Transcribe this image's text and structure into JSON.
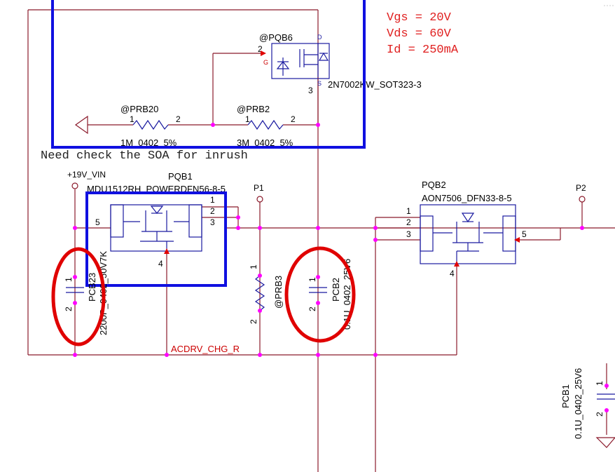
{
  "spec": {
    "vgs": "Vgs = 20V",
    "vds": "Vds = 60V",
    "id": "Id = 250mA"
  },
  "note": "Need check the SOA for inrush",
  "nets": {
    "vin": "+19V_VIN",
    "acdrv": "ACDRV_CHG_R",
    "p1": "P1",
    "p2": "P2"
  },
  "pqb6": {
    "ref": "@PQB6",
    "part": "2N7002KW_SOT323-3",
    "pin_g": "2",
    "pin_s": "3",
    "lbl_g": "G",
    "lbl_d": "D",
    "lbl_s": "S"
  },
  "prb20": {
    "ref": "@PRB20",
    "value": "1M_0402_5%",
    "pin1": "1",
    "pin2": "2"
  },
  "prb2": {
    "ref": "@PRB2",
    "value": "3M_0402_5%",
    "pin1": "1",
    "pin2": "2"
  },
  "pqb1": {
    "ref": "PQB1",
    "part": "MDU1512RH_POWERDFN56-8-5",
    "pin1": "1",
    "pin2": "2",
    "pin3": "3",
    "pin4": "4",
    "pin5": "5"
  },
  "pqb2": {
    "ref": "PQB2",
    "part": "AON7506_DFN33-8-5",
    "pin1": "1",
    "pin2": "2",
    "pin3": "3",
    "pin4": "4",
    "pin5": "5"
  },
  "pcb23": {
    "ref": "PCB23",
    "value": "2200P_0402_50V7K",
    "pin1": "1",
    "pin2": "2"
  },
  "prb3": {
    "ref": "@PRB3",
    "pin1": "1",
    "pin2": "2"
  },
  "pcb2": {
    "ref": "PCB2",
    "value": "0.1U_0402_25V6",
    "pin1": "1",
    "pin2": "2"
  },
  "pcb1": {
    "ref": "PCB1",
    "value": "0.1U_0402_25V6",
    "pin1": "1",
    "pin2": "2"
  },
  "colors": {
    "wire": "#8b1a2b",
    "part": "#1a1aa0",
    "selection": "#1010e0",
    "highlight_ring": "#e00000",
    "junction": "#ff00ff",
    "spec_text": "#e02020"
  }
}
